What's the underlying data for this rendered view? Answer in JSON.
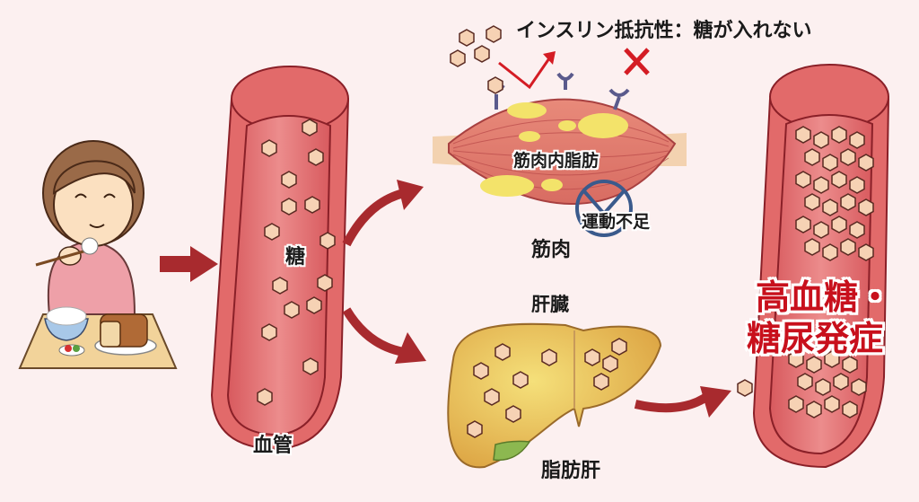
{
  "title": "インスリン抵抗性：糖が入れない",
  "labels": {
    "sugar": "糖",
    "blood_vessel": "血管",
    "intramuscular_fat": "筋肉内脂肪",
    "lack_of_exercise": "運動不足",
    "muscle": "筋肉",
    "liver": "肝臓",
    "fatty_liver": "脂肪肝",
    "outcome_line1": "高血糖・",
    "outcome_line2": "糖尿発症"
  },
  "colors": {
    "background": "#fcf0f0",
    "vessel": "#e06868",
    "vessel_dark": "#a02830",
    "arrow": "#a82a2e",
    "glucose": "#f6d2b4",
    "fat": "#f3e36a",
    "liver": "#e8b84a",
    "receptor": "#5a5a8c",
    "outcome_text": "#c8101c",
    "block_mark": "#d41c24"
  },
  "flow": [
    {
      "from": "eating-person",
      "to": "blood-vessel"
    },
    {
      "from": "blood-vessel",
      "to": "muscle"
    },
    {
      "from": "blood-vessel",
      "to": "liver"
    },
    {
      "from": "liver",
      "to": "high-glucose-vessel"
    }
  ]
}
